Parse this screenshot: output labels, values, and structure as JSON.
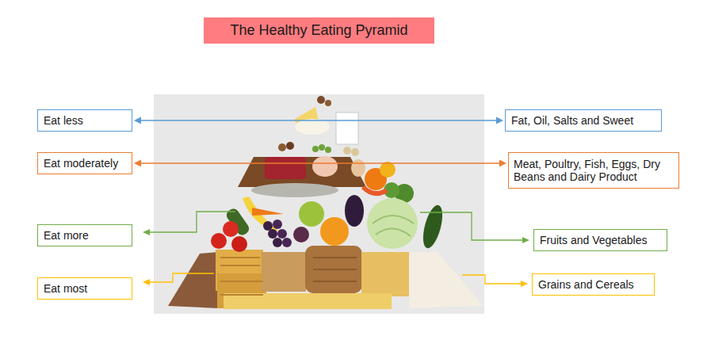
{
  "diagram": {
    "title": "The Healthy Eating Pyramid",
    "nodes": [
      {
        "text": [
          "Eat less"
        ]
      },
      {
        "text": [
          "Fat, Oil, Salts and Sweet"
        ]
      },
      {
        "text": [
          "Eat moderately"
        ]
      },
      {
        "text": [
          "Meat, Poultry, Fish, Eggs, Dry Beans and Dairy Product"
        ]
      },
      {
        "text": [
          "Eat more"
        ]
      },
      {
        "text": [
          "Fruits and Vegetables"
        ]
      },
      {
        "text": [
          "Eat most"
        ]
      },
      {
        "text": [
          "Grains and Cereals"
        ]
      }
    ],
    "edges": [
      {
        "from": 0,
        "to": 1,
        "arrow": "both"
      },
      {
        "from": 2,
        "to": 3,
        "arrow": "both"
      }
    ]
  }
}
